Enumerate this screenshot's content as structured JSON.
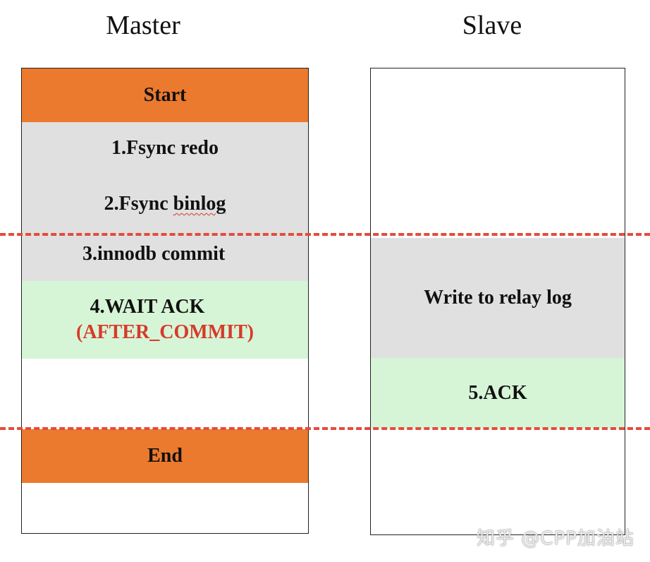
{
  "headings": {
    "master": "Master",
    "slave": "Slave"
  },
  "master": {
    "start": "Start",
    "step1": "1.Fsync redo",
    "step2_prefix": "2.Fsync ",
    "step2_word": "binlog",
    "step3": "3.innodb commit",
    "step4": "4.WAIT ACK",
    "step4_note": "(AFTER_COMMIT)",
    "end": "End"
  },
  "slave": {
    "relay": "Write to relay log",
    "ack": "5.ACK"
  },
  "colors": {
    "orange": "#ec7a2e",
    "gray": "#e0e0e0",
    "green": "#d6f5d6",
    "red": "#d63a2a",
    "dash": "#e44b3c"
  },
  "watermark": "知乎 @CPP加油站"
}
